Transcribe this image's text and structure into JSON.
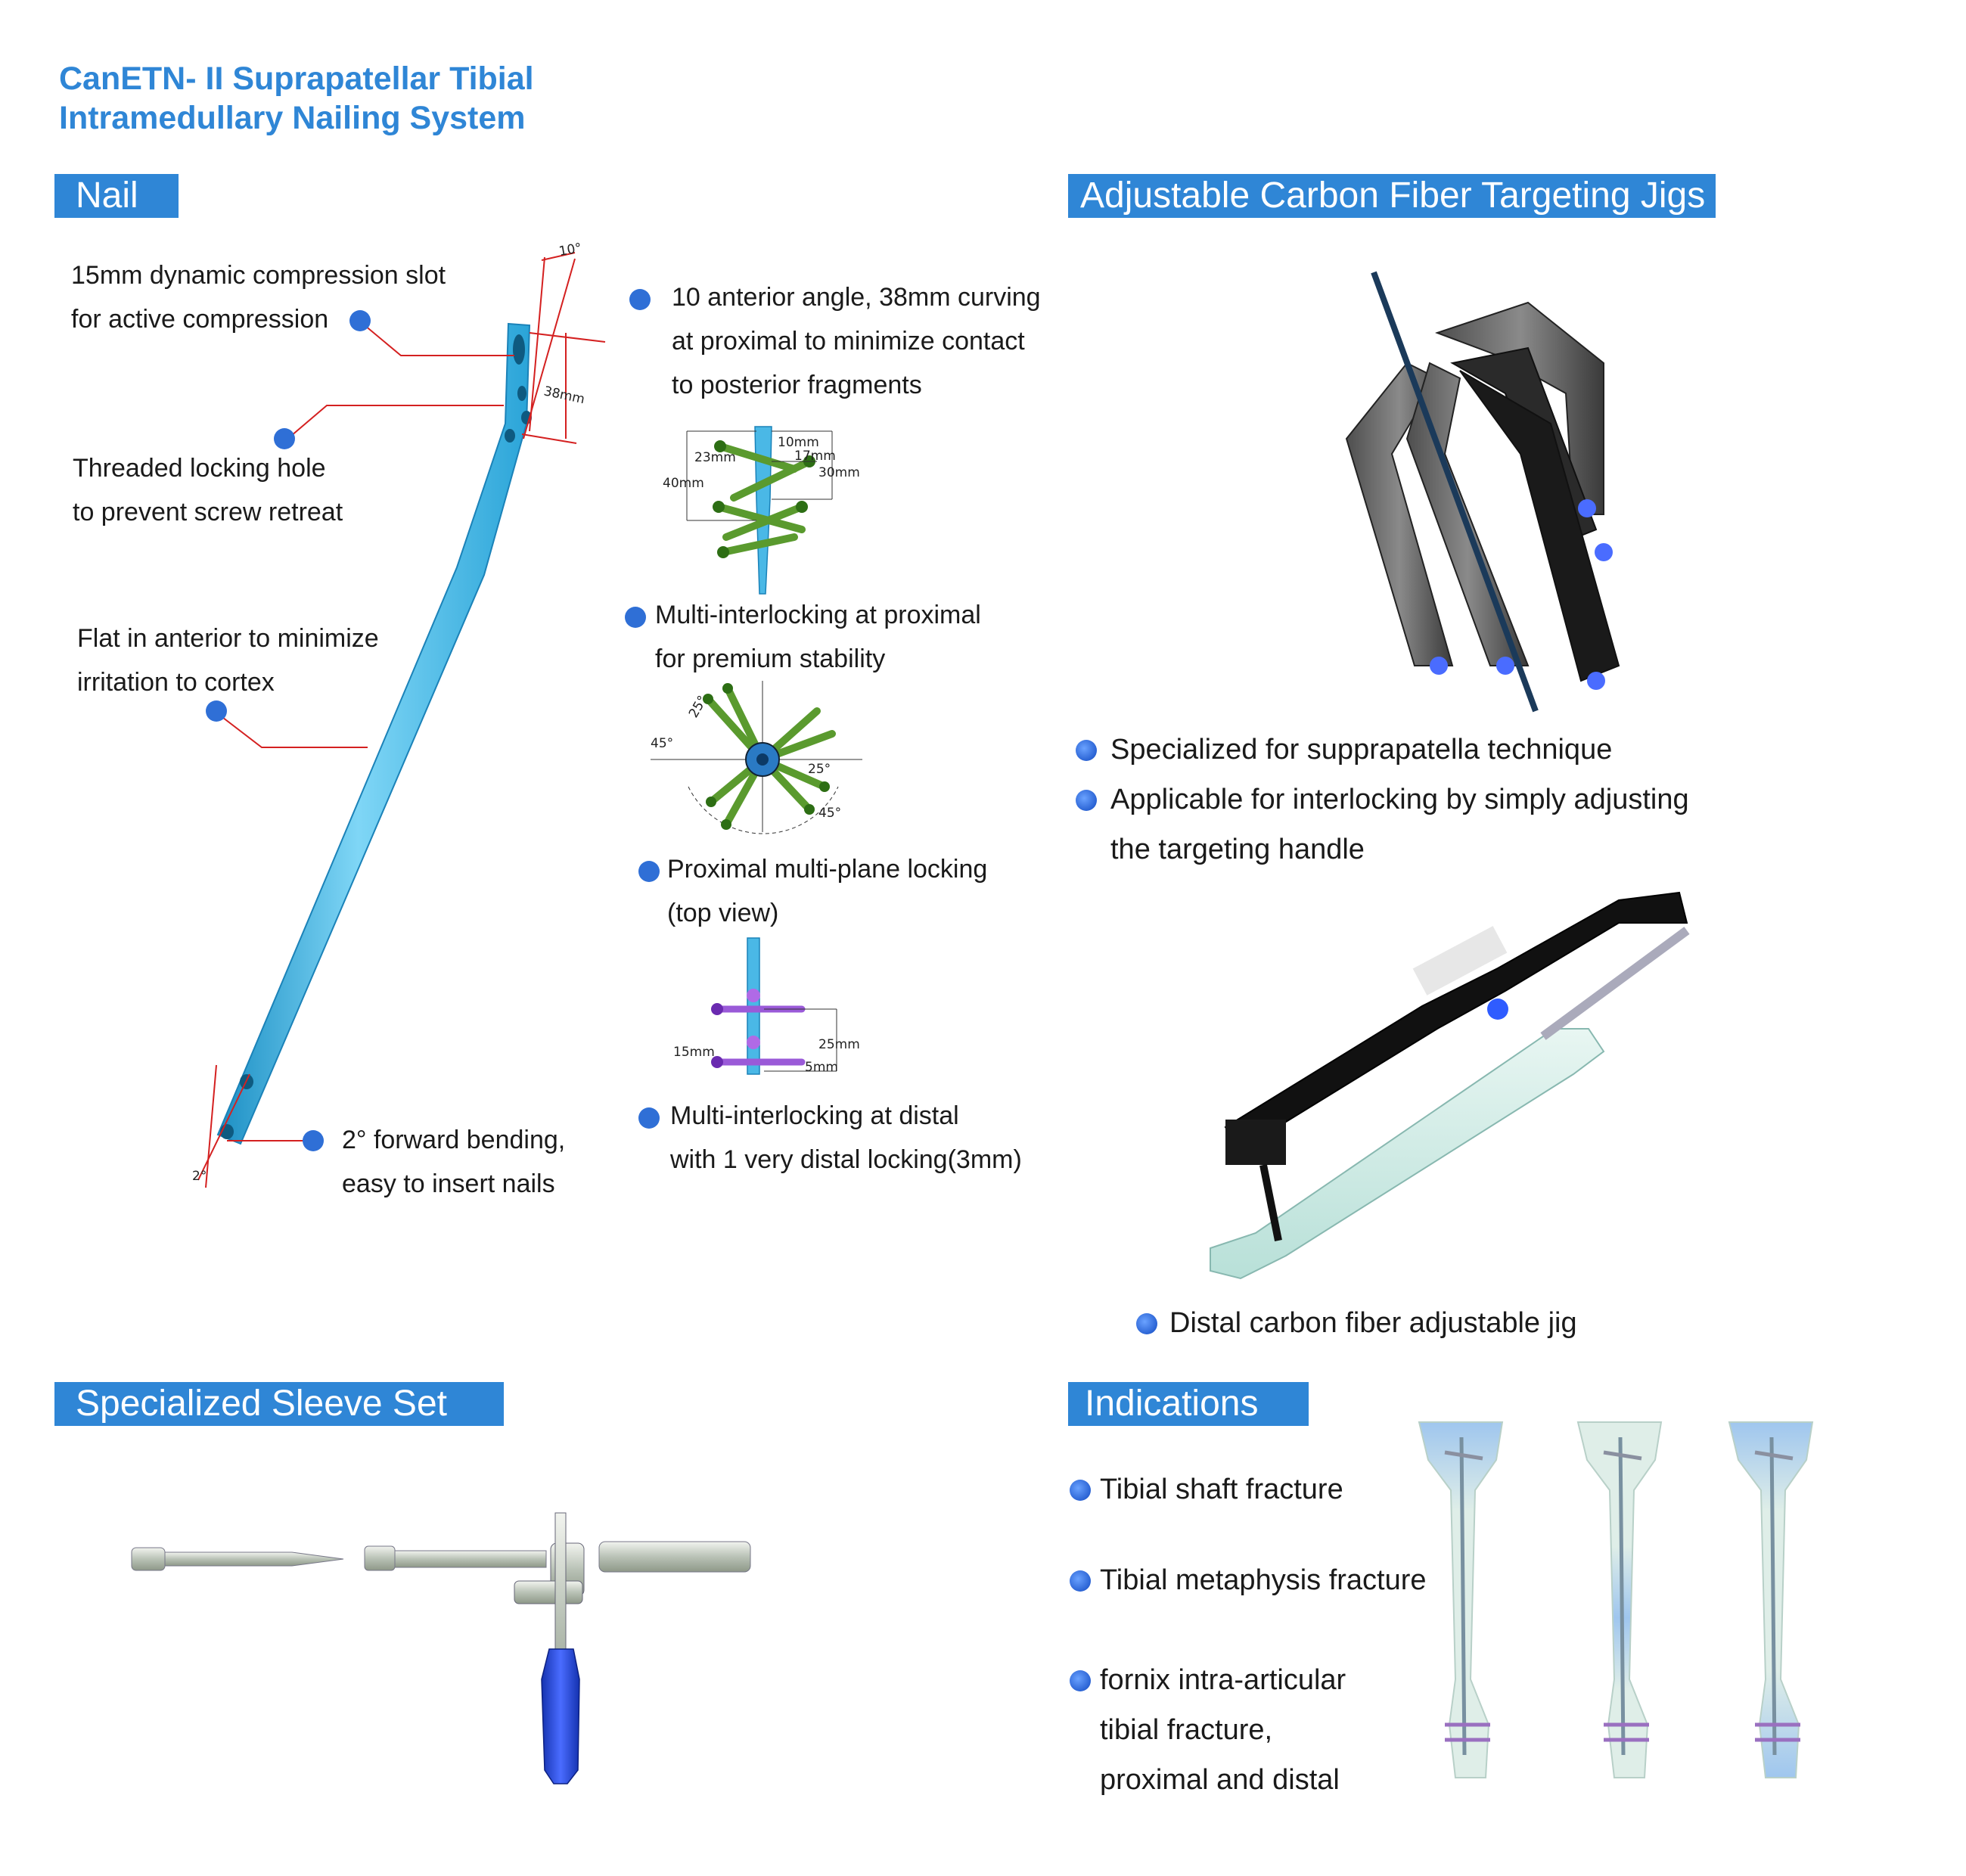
{
  "title": {
    "line1": "CanETN- II  Suprapatellar Tibial",
    "line2": "Intramedullary Nailing System"
  },
  "sections": {
    "nail": "Nail",
    "jigs": "Adjustable Carbon Fiber Targeting Jigs",
    "sleeve": "Specialized Sleeve Set",
    "indications": "Indications"
  },
  "nail_callouts": {
    "slot_line1": "15mm dynamic compression slot",
    "slot_line2": "for active compression",
    "threaded_line1": "Threaded locking hole",
    "threaded_line2": "to prevent screw retreat",
    "flat_line1": "Flat in anterior to minimize",
    "flat_line2": "irritation to cortex",
    "bend_line1": "2°   forward bending,",
    "bend_line2": "easy to insert nails",
    "angle_top": "10°",
    "length_top": "38mm",
    "angle_bottom": "2°"
  },
  "features": {
    "angle_line1": "10 anterior angle, 38mm curving",
    "angle_line2": "at proximal to minimize contact",
    "angle_line3": "to posterior fragments",
    "multi_prox_line1": "Multi-interlocking at proximal",
    "multi_prox_line2": "for premium stability",
    "multiplane_line1": "Proximal multi-plane locking",
    "multiplane_line2": "(top view)",
    "distal_line1": "Multi-interlocking at distal",
    "distal_line2": "with 1 very distal locking(3mm)"
  },
  "prox_dims": {
    "d10": "10mm",
    "d17": "17mm",
    "d23": "23mm",
    "d30": "30mm",
    "d40": "40mm"
  },
  "top_view_dims": {
    "a1": "45°",
    "a2": "25°",
    "a3": "25°",
    "a4": "45°"
  },
  "distal_dims": {
    "d15": "15mm",
    "d25": "25mm",
    "d5": "5mm"
  },
  "jig_points": {
    "p1": "Specialized for supprapatella technique",
    "p2_line1": "Applicable for interlocking by simply adjusting",
    "p2_line2": "the targeting handle",
    "distal_jig": "Distal carbon fiber adjustable jig"
  },
  "indication_items": {
    "i1": "Tibial shaft fracture",
    "i2": "Tibial metaphysis fracture",
    "i3_line1": "fornix intra-articular",
    "i3_line2": "tibial fracture,",
    "i3_line3": "proximal and distal"
  },
  "colors": {
    "accent": "#2f86d6",
    "dot": "#2f6fd6",
    "nail": "#3cb4e6",
    "leader": "#d42020"
  }
}
